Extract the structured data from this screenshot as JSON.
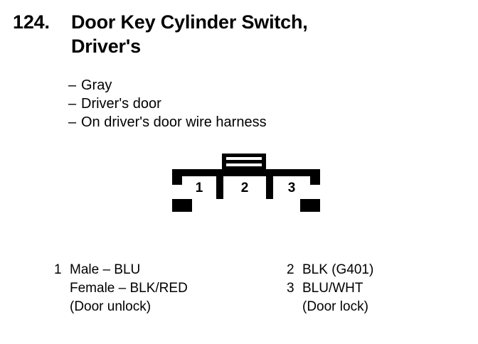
{
  "page": {
    "background_color": "#ffffff",
    "ink_color": "#000000"
  },
  "title": {
    "number": "124.",
    "line_1": "Door Key Cylinder Switch,",
    "line_2": "Driver's"
  },
  "specs": {
    "dash": "–",
    "items": [
      {
        "text": "Gray"
      },
      {
        "text": "Driver's door"
      },
      {
        "text": "On driver's door wire harness"
      }
    ]
  },
  "connector": {
    "name": "3-cavity-connector",
    "cavities": [
      {
        "number": "1"
      },
      {
        "number": "2"
      },
      {
        "number": "3"
      }
    ]
  },
  "legend_left": {
    "rows": [
      {
        "key": "1",
        "value": "Male – BLU"
      },
      {
        "key": "",
        "value": "Female – BLK/RED"
      },
      {
        "key": "",
        "value": "(Door unlock)"
      }
    ]
  },
  "legend_right": {
    "rows": [
      {
        "key": "2",
        "value": "BLK (G401)"
      },
      {
        "key": "3",
        "value": "BLU/WHT"
      },
      {
        "key": "",
        "value": "(Door lock)"
      }
    ]
  }
}
